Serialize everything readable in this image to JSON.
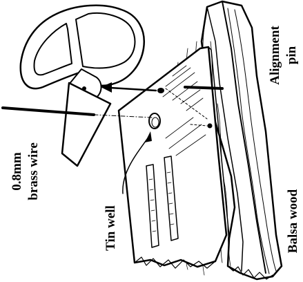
{
  "labels": {
    "wire": [
      "0.8mm",
      "brass wire"
    ],
    "tin_well": "Tin well",
    "alignment_pin": [
      "Alignment",
      "pin"
    ],
    "balsa_wood": "Balsa wood"
  },
  "colors": {
    "ink": "#000000",
    "paper": "#ffffff"
  }
}
